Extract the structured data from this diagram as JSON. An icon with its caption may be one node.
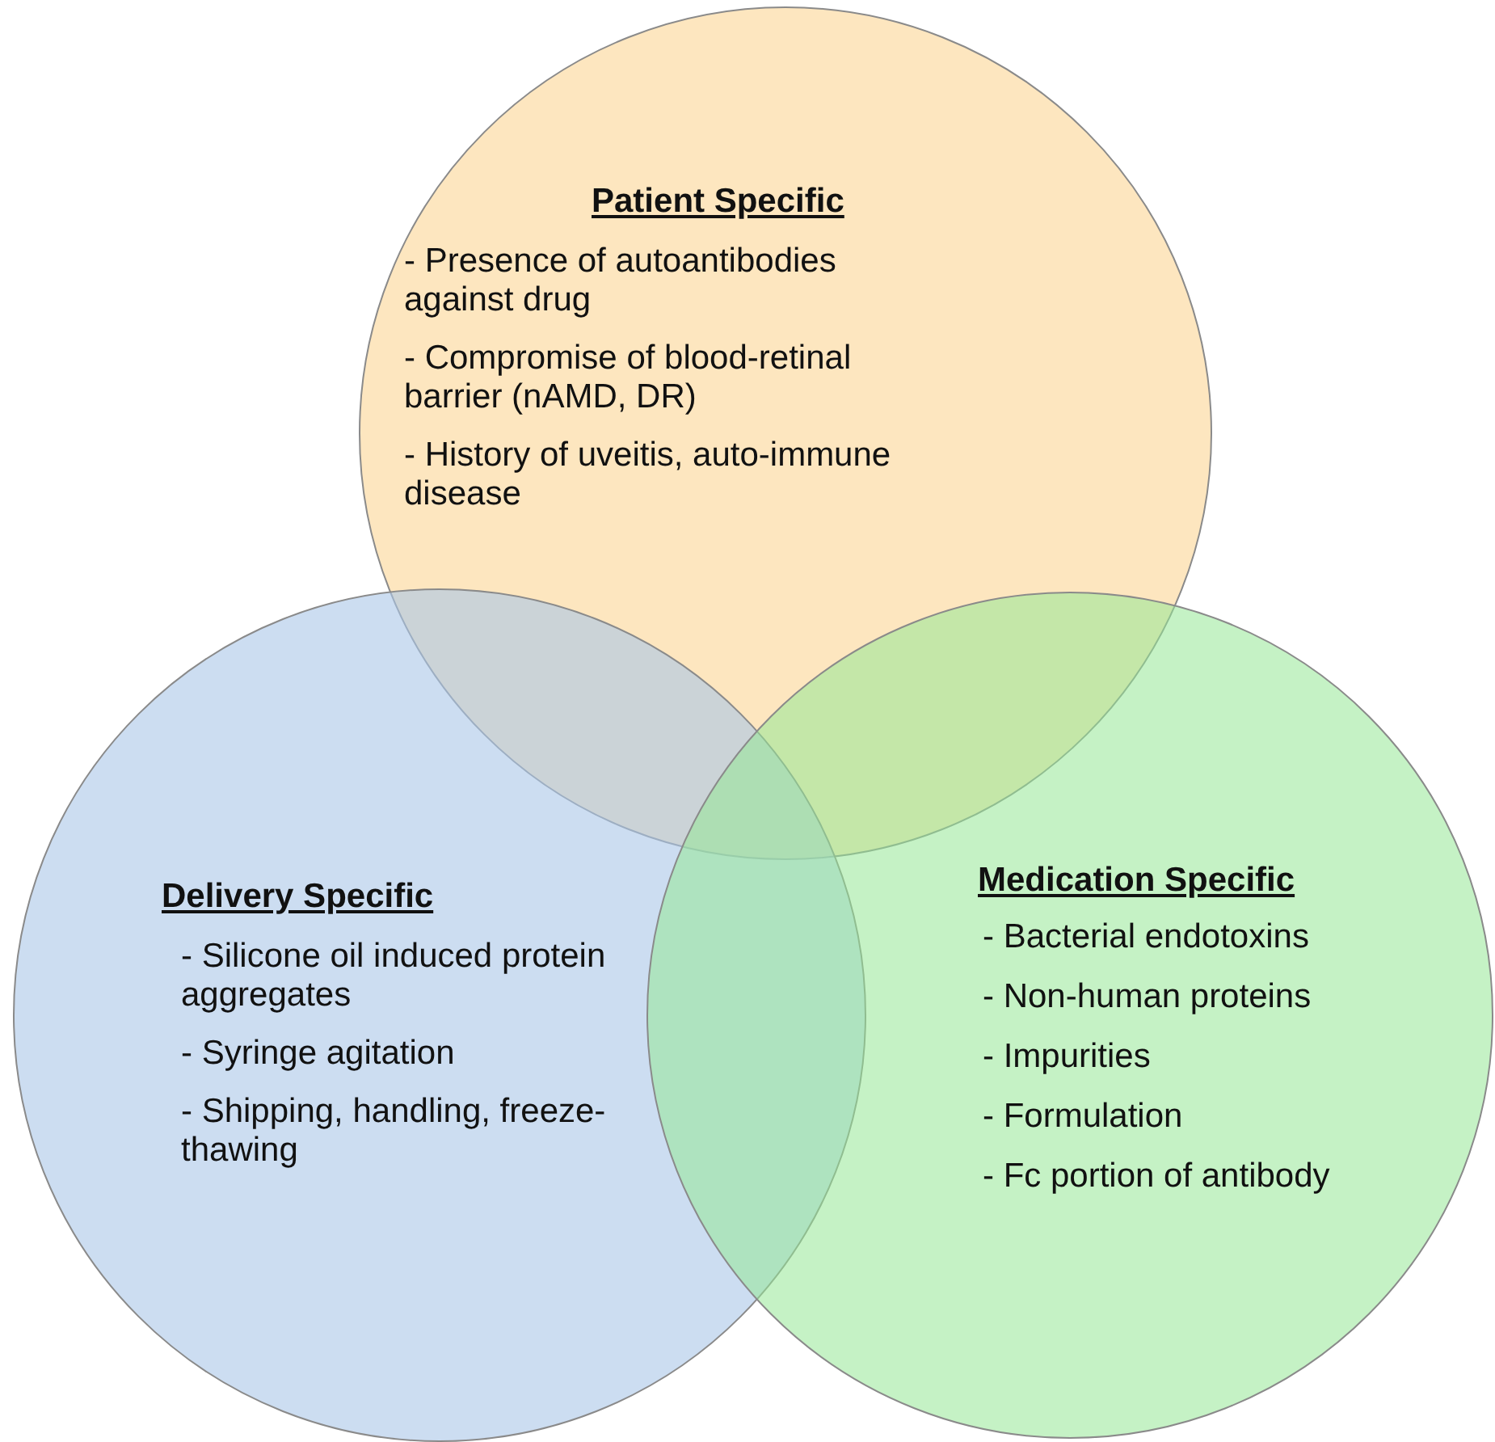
{
  "diagram": {
    "nodes": [
      {
        "text": [
          "Patient Specific",
          "- Presence of autoantibodies against drug",
          "- Compromise of blood-retinal barrier (nAMD, DR)",
          "- History of uveitis, auto-immune disease"
        ]
      },
      {
        "text": [
          "Delivery Specific",
          "- Silicone oil induced protein aggregates",
          "- Syringe agitation",
          "- Shipping, handling, freeze-thawing"
        ]
      },
      {
        "text": [
          "Medication Specific",
          "- Bacterial endotoxins",
          "- Non-human proteins",
          "- Impurities",
          "- Formulation",
          "- Fc portion of antibody"
        ]
      }
    ]
  }
}
